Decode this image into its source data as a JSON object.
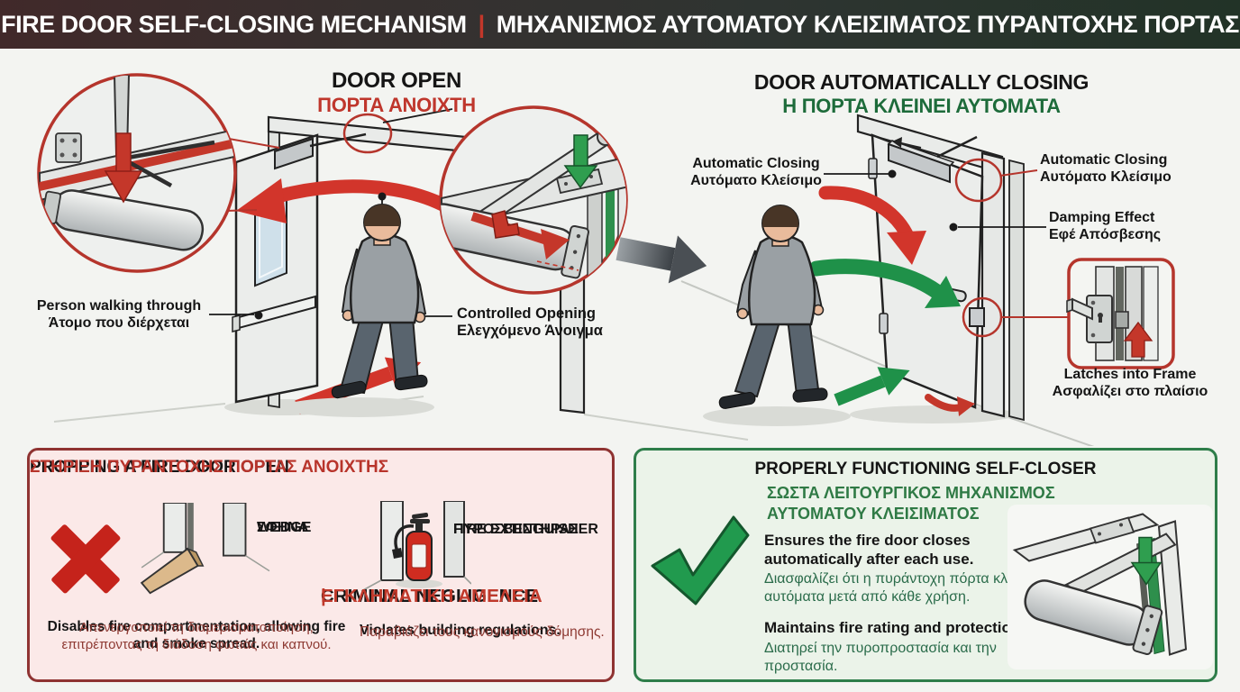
{
  "header": {
    "title_en": "FIRE DOOR SELF-CLOSING MECHANISM",
    "separator": "|",
    "title_el": "ΜΗΧΑΝΙΣΜΟΣ ΑΥΤΟΜΑΤΟΥ ΚΛΕΙΣΙΜΑΤΟΣ ΠΥΡΑΝΤΟΧΗΣ ΠΟΡΤΑΣ"
  },
  "scene_open": {
    "title_en": "DOOR OPEN",
    "title_el": "ΠΟΡΤΑ ΑΝΟΙΧΤΗ",
    "person": {
      "en": "Person walking through",
      "el": "Άτομο που διέρχεται"
    },
    "opening": {
      "en": "Controlled Opening",
      "el": "Ελεγχόμενο Άνοιγμα"
    }
  },
  "scene_closing": {
    "title_en": "DOOR AUTOMATICALLY CLOSING",
    "title_el": "Η ΠΟΡΤΑ ΚΛΕΙΝΕΙ ΑΥΤΟΜΑΤΑ",
    "auto_left": {
      "en": "Automatic Closing",
      "el": "Αυτόματο Κλείσιμο"
    },
    "auto_right": {
      "en": "Automatic Closing",
      "el": "Αυτόματο Κλείσιμο"
    },
    "damping": {
      "en": "Damping Effect",
      "el": "Εφέ Απόσβεσης"
    },
    "latch": {
      "en": "Latches into Frame",
      "el": "Ασφαλίζει στο πλαίσιο"
    }
  },
  "panel_warning": {
    "title_en": "PROPPING A FIRE DOOR OPEN",
    "title_el": "ΣΤΗΡΙΞΗ ΠΥΡΑΝΤΟΧΗΣ ΠΟΡΤΑΣ ΑΝΟΙΧΤΗΣ",
    "wedge": {
      "en": "WEDGE",
      "el": "ΣΦΗΝΑ"
    },
    "extinguisher": {
      "en": "FIRE EXTINGUISHER",
      "el": "ΠΥΡΟΣΒΕΣΤΗΡΑΣ"
    },
    "negligence_en": "CRIMINAL NEGLIGENCE",
    "negligence_sep": "|",
    "negligence_el": "ΕΓΚΛΗΜΑΤΙΚΗ ΑΜΕΛΕΙΑ",
    "effect1_en": "Disables fire compartmentation, allowing fire and smoke spread.",
    "effect1_el": "Απενεργοποιεί τη διαμερισματοποίηση, επιτρέποντας τη διάδοση φωτιάς και καπνού.",
    "effect2_en": "Violates building regulations.",
    "effect2_el": "Παραβιάζει τους κανονισμούς δόμησης."
  },
  "panel_ok": {
    "title_en": "PROPERLY FUNCTIONING SELF-CLOSER",
    "title_el": "ΣΩΣΤΑ ΛΕΙΤΟΥΡΓΙΚΟΣ ΜΗΧΑΝΙΣΜΟΣ ΑΥΤΟΜΑΤΟΥ ΚΛΕΙΣΙΜΑΤΟΣ",
    "benefit1_en": "Ensures the fire door closes automatically after each use.",
    "benefit1_el": "Διασφαλίζει ότι η πυράντοχη πόρτα κλείνει αυτόματα μετά από κάθε χρήση.",
    "benefit2_en": "Maintains fire rating and protection.",
    "benefit2_el": "Διατηρεί την πυροπροστασία και την προστασία."
  },
  "colors": {
    "accent_red": "#c4372a",
    "accent_green": "#1f9149",
    "title_red": "#b8342b",
    "title_green": "#1d6b3a",
    "warning_bg": "#fbe9e8",
    "warning_border": "#8f3332",
    "ok_bg": "#ebf3e9",
    "ok_border": "#2e7d4a",
    "header_left": "#41292a",
    "header_right": "#223327"
  }
}
